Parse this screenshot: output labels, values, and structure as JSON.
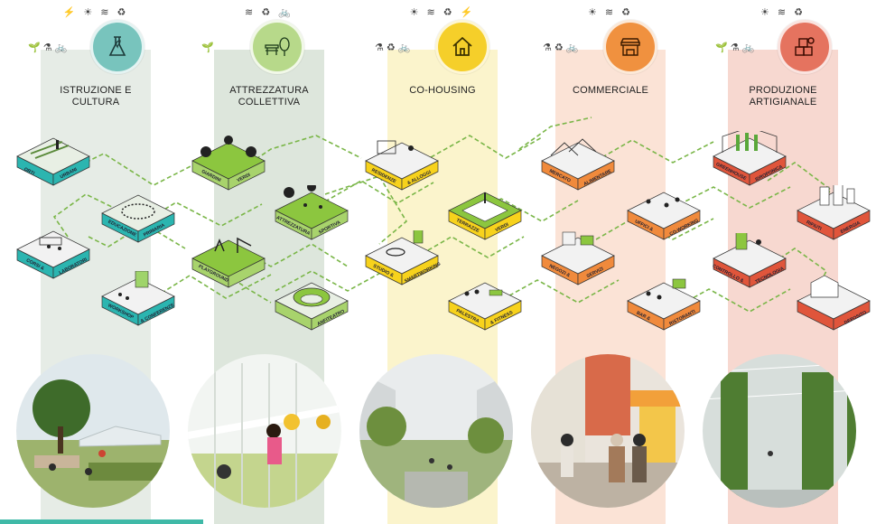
{
  "colors": {
    "teal": "#2bb5b0",
    "green": "#8cc63f",
    "yellow": "#f7d21c",
    "orange": "#f08a3c",
    "red": "#e0553b",
    "link": "#7ab648"
  },
  "categories": [
    {
      "key": "istruzione",
      "label_l1": "ISTRUZIONE E",
      "label_l2": "CULTURA",
      "icon": "flask-plant-icon",
      "band": "#e6ece6",
      "circle": "#78c4bd",
      "top_icons": "⚡ ☀ ≋ ♻",
      "top_icons_2": "🌱 ⚗ 🚲"
    },
    {
      "key": "attrezzatura",
      "label_l1": "ATTREZZATURA",
      "label_l2": "COLLETTIVA",
      "icon": "bench-tree-icon",
      "band": "#dde6dc",
      "circle": "#b7d98a",
      "top_icons": "≋ ♻ 🚲",
      "top_icons_2": "🌱"
    },
    {
      "key": "cohousing",
      "label_l1": "CO-HOUSING",
      "label_l2": "",
      "icon": "house-icon",
      "band": "#fbf4cc",
      "circle": "#f5cf2a",
      "top_icons": "☀ ≋ ♻ ⚡",
      "top_icons_2": "⚗ ♻ 🚲"
    },
    {
      "key": "commerciale",
      "label_l1": "COMMERCIALE",
      "label_l2": "",
      "icon": "market-stall-icon",
      "band": "#fbe3d6",
      "circle": "#f0913f",
      "top_icons": "☀ ≋ ♻",
      "top_icons_2": "⚗ ♻ 🚲"
    },
    {
      "key": "produzione",
      "label_l1": "PRODUZIONE",
      "label_l2": "ARTIGIANALE",
      "icon": "boxes-gear-icon",
      "band": "#f7d8d0",
      "circle": "#e5735f",
      "top_icons": "☀ ≋ ♻",
      "top_icons_2": "🌱 ⚗ 🚲"
    }
  ],
  "modules": [
    {
      "id": "orti-urbani",
      "left": "ORTI",
      "right": "URBANI",
      "color": "teal"
    },
    {
      "id": "educazione-primaria",
      "left": "EDUCAZIONE",
      "right": "PRIMARIA",
      "color": "teal"
    },
    {
      "id": "corsi-laboratori",
      "left": "CORSI &",
      "right": "LABORATORI",
      "color": "teal"
    },
    {
      "id": "workshop-conferenze",
      "left": "WORKSHOP",
      "right": "& CONFERENZE",
      "color": "teal"
    },
    {
      "id": "giardini-verdi",
      "left": "GIARDINI",
      "right": "VERDI",
      "color": "green"
    },
    {
      "id": "attrezzatura-sportiva",
      "left": "ATTREZZATURA",
      "right": "SPORTIVA",
      "color": "green"
    },
    {
      "id": "playground",
      "left": "PLAYGROUND",
      "right": "",
      "color": "green"
    },
    {
      "id": "anfiteatro",
      "left": "ANFITEATRO",
      "right": "",
      "color": "green"
    },
    {
      "id": "residenze-alloggi",
      "left": "RESIDENZE",
      "right": "& ALLOGGI",
      "color": "yellow"
    },
    {
      "id": "terrazze-verdi",
      "left": "TERRAZZE",
      "right": "VERDI",
      "color": "yellow"
    },
    {
      "id": "studio-smartworking",
      "left": "STUDIO &",
      "right": "SMARTWORKING",
      "color": "yellow"
    },
    {
      "id": "palestra-fitness",
      "left": "PALESTRA",
      "right": "& FITNESS",
      "color": "yellow"
    },
    {
      "id": "mercato-alimentare",
      "left": "MERCATO",
      "right": "ALIMENTARE",
      "color": "orange"
    },
    {
      "id": "uffici-coworking",
      "left": "UFFICI &",
      "right": "CO-WORKING",
      "color": "orange"
    },
    {
      "id": "negozi-servizi",
      "left": "NEGOZI &",
      "right": "SERVIZI",
      "color": "orange"
    },
    {
      "id": "bar-ristoranti",
      "left": "BAR &",
      "right": "RISTORANTI",
      "color": "orange"
    },
    {
      "id": "greenhouse-idroponica",
      "left": "GREENHOUSE",
      "right": "IDROPONICA",
      "color": "red"
    },
    {
      "id": "rifiuti-energia",
      "left": "RIFIUTI",
      "right": "ENERGIA",
      "color": "red"
    },
    {
      "id": "controllo-tecnologia",
      "left": "CONTROLLO &",
      "right": "TECNOLOGIA",
      "color": "red"
    },
    {
      "id": "deposito",
      "left": "",
      "right": "DEPOSITO",
      "color": "red"
    }
  ],
  "photos": [
    {
      "id": "photo-istruzione",
      "desc_icon": "garden-photo-icon"
    },
    {
      "id": "photo-attrezzatura",
      "desc_icon": "playground-photo-icon"
    },
    {
      "id": "photo-cohousing",
      "desc_icon": "courtyard-photo-icon"
    },
    {
      "id": "photo-commerciale",
      "desc_icon": "market-photo-icon"
    },
    {
      "id": "photo-produzione",
      "desc_icon": "vertical-farm-photo-icon"
    }
  ]
}
